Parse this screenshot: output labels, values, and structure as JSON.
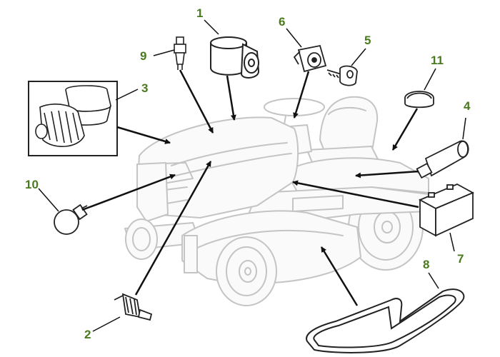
{
  "accent_color": "#4a7a1e",
  "callouts": [
    "1",
    "2",
    "3",
    "4",
    "5",
    "6",
    "7",
    "8",
    "9",
    "10",
    "11"
  ],
  "parts": [
    {
      "callout": "1",
      "icon": "oil-filter-icon"
    },
    {
      "callout": "2",
      "icon": "fuel-filter-icon"
    },
    {
      "callout": "3",
      "icon": "air-filter-icon"
    },
    {
      "callout": "4",
      "icon": "air-filter-cartridge-icon"
    },
    {
      "callout": "5",
      "icon": "ignition-key-icon"
    },
    {
      "callout": "6",
      "icon": "ignition-switch-icon"
    },
    {
      "callout": "7",
      "icon": "battery-icon"
    },
    {
      "callout": "8",
      "icon": "mower-deck-belt-icon"
    },
    {
      "callout": "9",
      "icon": "spark-plug-icon"
    },
    {
      "callout": "10",
      "icon": "headlight-bulb-icon"
    },
    {
      "callout": "11",
      "icon": "fuel-cap-icon"
    }
  ]
}
